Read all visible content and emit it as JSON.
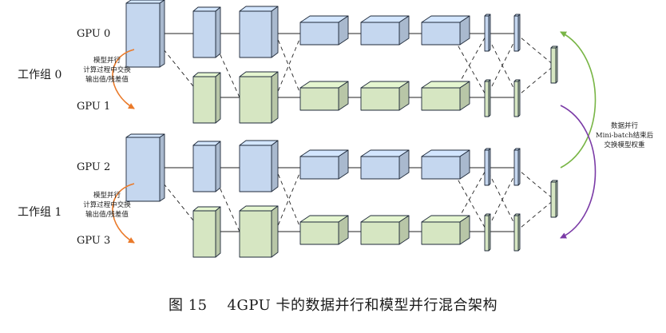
{
  "gpus": [
    "GPU 0",
    "GPU 1",
    "GPU 2",
    "GPU 3"
  ],
  "groups": [
    "工作组 0",
    "工作组 1"
  ],
  "model_parallel_note": [
    "模型并行",
    "计算过程中交换",
    "输出值/残差值"
  ],
  "data_parallel_note": [
    "数据并行",
    "Mini-batch结束后",
    "交换模型权重"
  ],
  "caption": {
    "figure": "图 15",
    "title": "4GPU 卡的数据并行和模型并行混合架构"
  },
  "colors": {
    "blue_layer": "#c5d7ef",
    "green_layer": "#d6e6c2",
    "edge": "#1f2a3a",
    "orange_arrow": "#ea7a2a",
    "green_arrow": "#78b545",
    "purple_arrow": "#7a3aa6"
  }
}
